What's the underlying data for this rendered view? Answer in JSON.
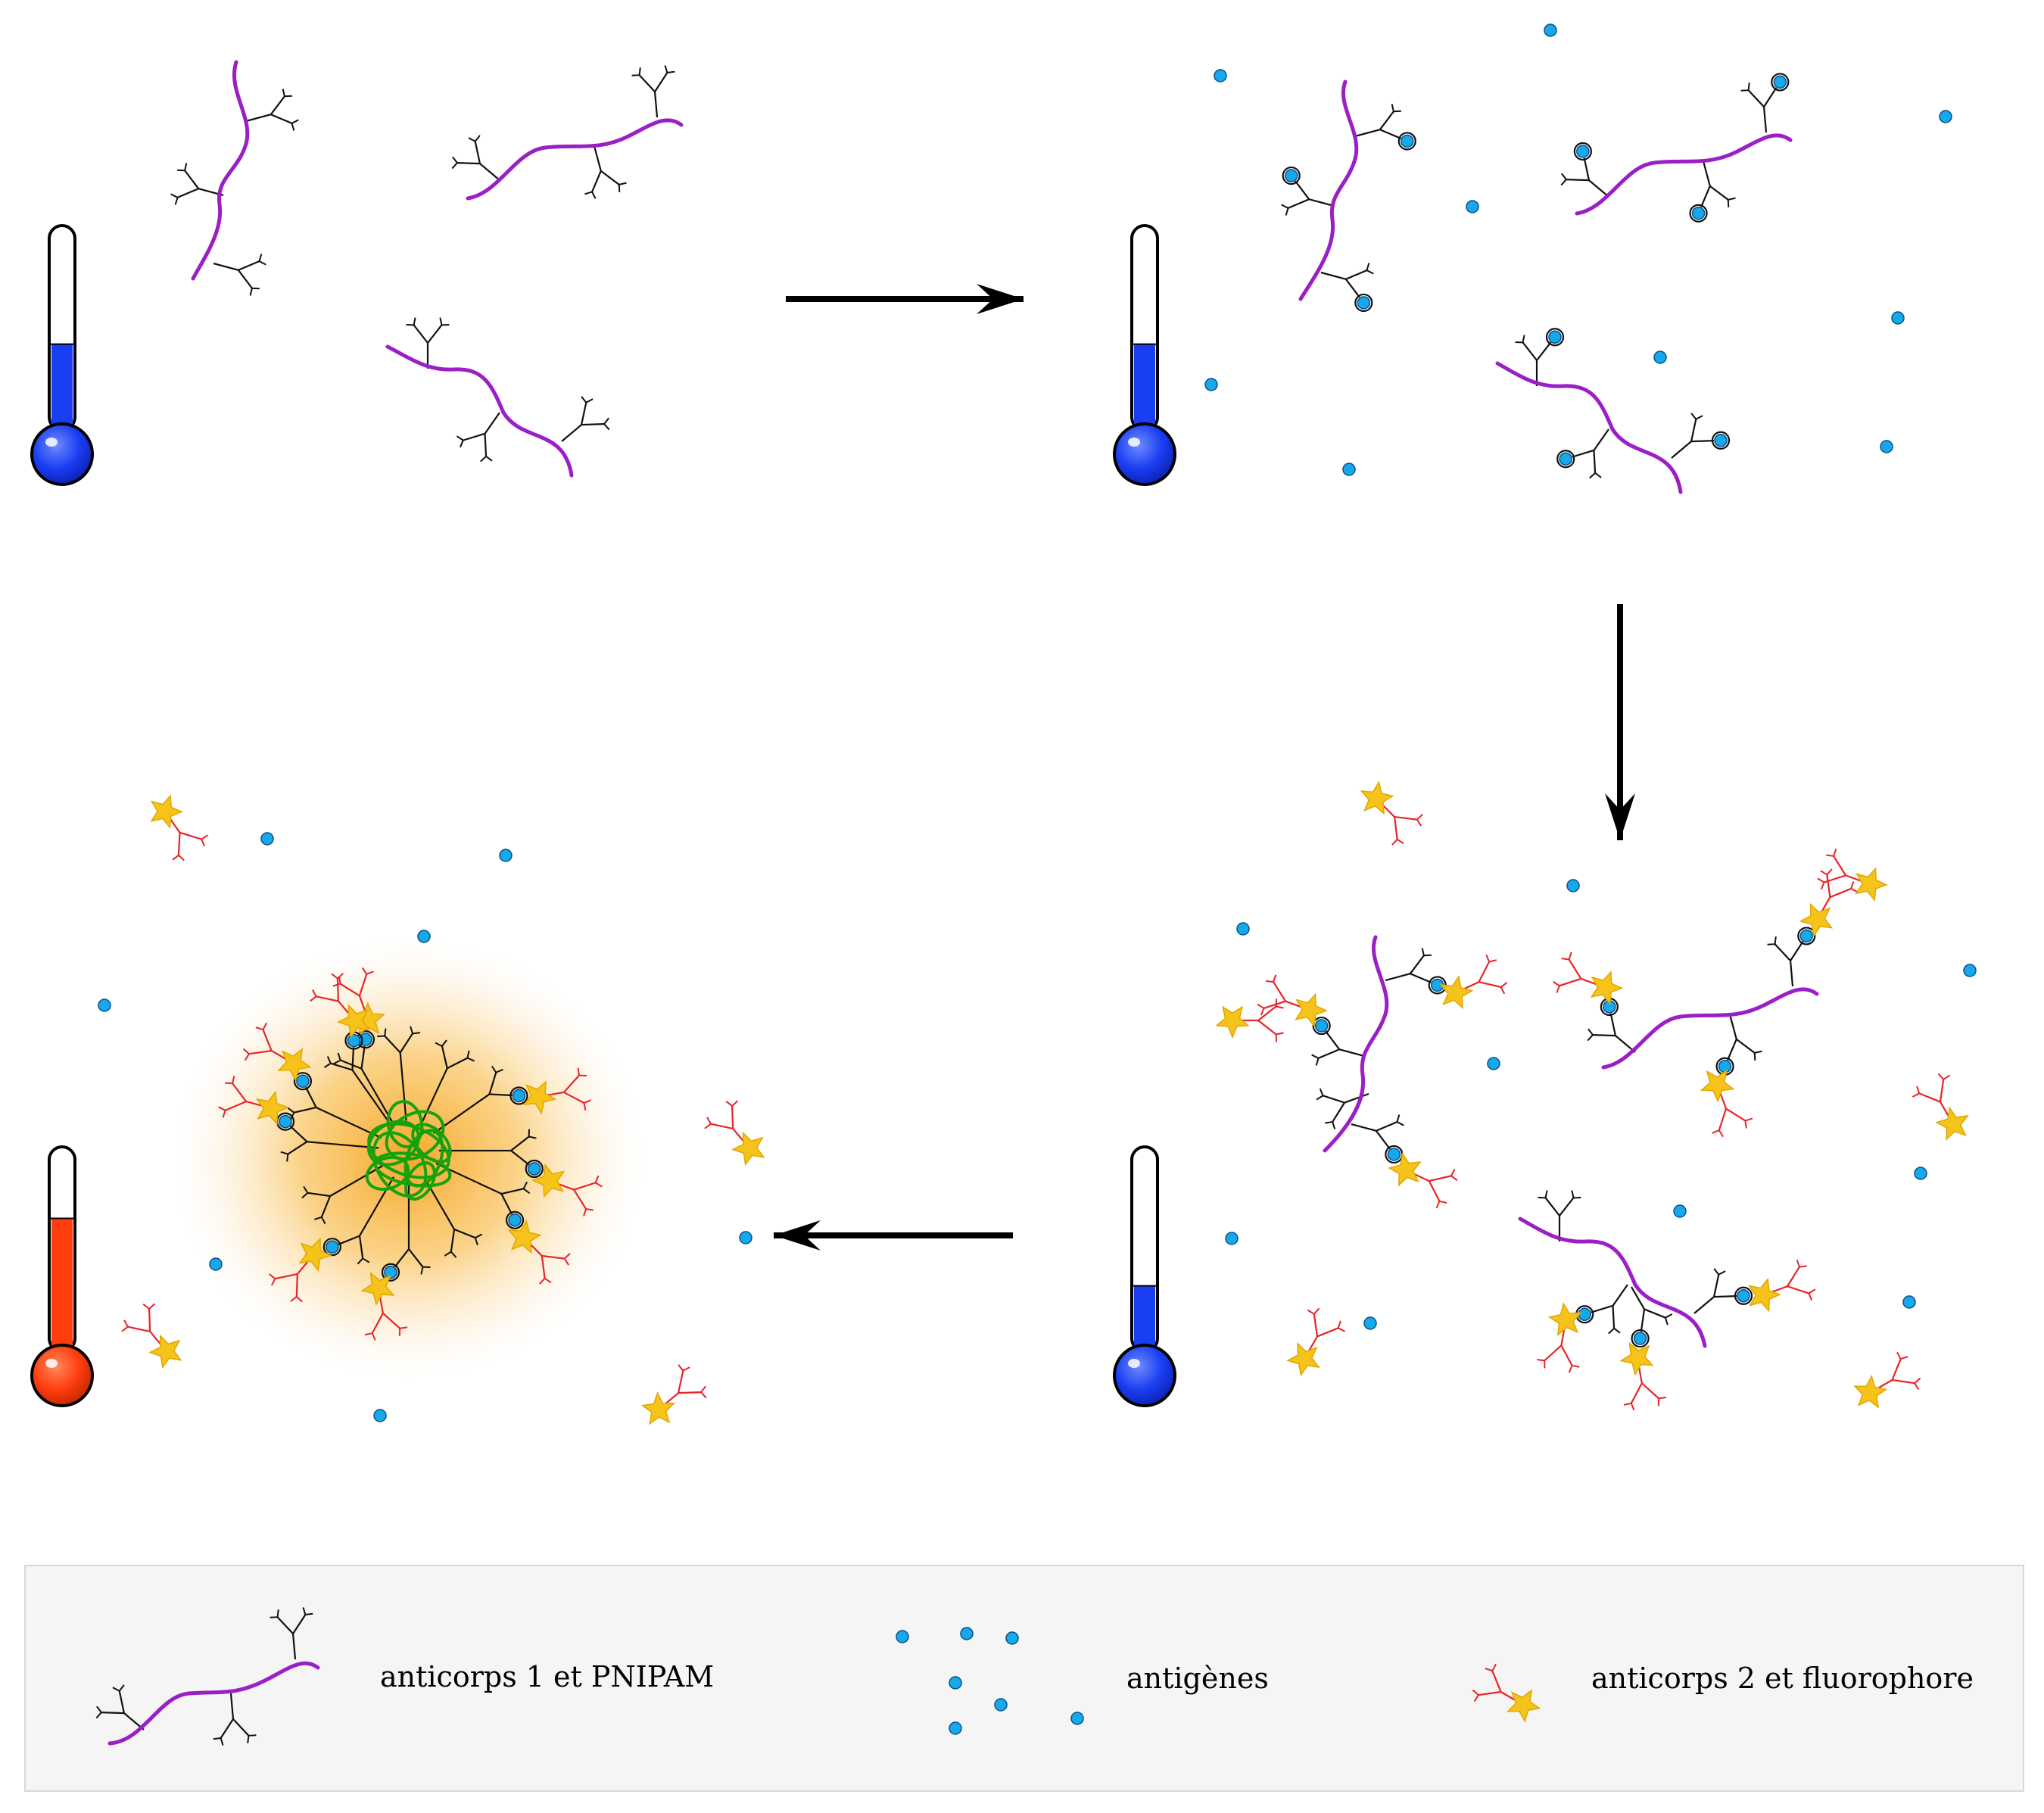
{
  "legend": {
    "item1_label": "anticorps 1 et PNIPAM",
    "item2_label": "antigènes",
    "item3_label": "anticorps 2 et fluorophore"
  },
  "colors": {
    "polymer": "#9a1fc6",
    "antibody1": "#111111",
    "antibody2": "#e8242a",
    "antigen_fill": "#15a9ec",
    "antigen_stroke": "#0b4f8a",
    "fluorophore": "#f6c31a",
    "cold_liquid": "#1a3ef2",
    "hot_liquid": "#ff3d0e",
    "aggregate": "#16a20c",
    "glow": "#f8b63a",
    "legend_bg": "#f4f5f4"
  },
  "icons": [
    "thermometer-cold-icon",
    "thermometer-hot-icon",
    "arrow-right-icon",
    "arrow-down-icon",
    "arrow-left-icon",
    "antigen-dot-icon",
    "fluorophore-star-icon"
  ]
}
